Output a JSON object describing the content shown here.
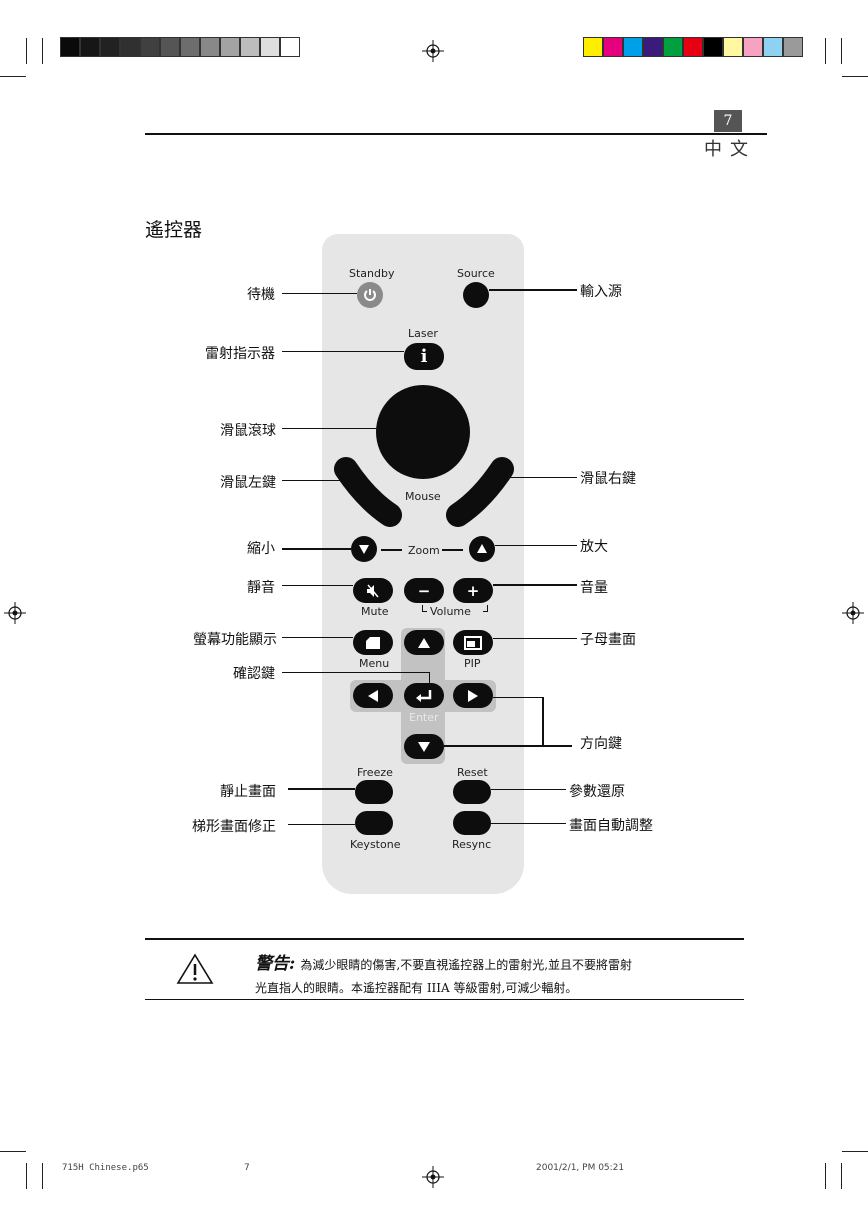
{
  "header": {
    "page_number": "7",
    "language": "中文"
  },
  "colors": {
    "gray_swatches": [
      "#0a0a0a",
      "#161616",
      "#222222",
      "#303030",
      "#404040",
      "#555555",
      "#6d6d6d",
      "#888888",
      "#a3a3a3",
      "#bdbdbd",
      "#dedede",
      "#ffffff"
    ],
    "color_swatches": [
      "#ffee00",
      "#e6007e",
      "#00a0e9",
      "#3a1a7a",
      "#00a040",
      "#e60012",
      "#000000",
      "#fff8a0",
      "#f5a3c0",
      "#8ed1f2",
      "#9a9a9a"
    ],
    "remote_body": "#e6e6e6",
    "dpad": "#c2c2c2",
    "button": "#0d0d0d",
    "standby_button": "#8a8a8a"
  },
  "section_title": "遙控器",
  "remote": {
    "labels": {
      "standby": "Standby",
      "source": "Source",
      "laser": "Laser",
      "mouse": "Mouse",
      "zoom": "Zoom",
      "mute": "Mute",
      "volume": "Volume",
      "menu": "Menu",
      "pip": "PIP",
      "enter": "Enter",
      "freeze": "Freeze",
      "reset": "Reset",
      "keystone": "Keystone",
      "resync": "Resync"
    },
    "glyphs": {
      "laser": "i",
      "minus": "−",
      "plus": "+"
    }
  },
  "callouts": {
    "standby": "待機",
    "laser": "雷射指示器",
    "trackball": "滑鼠滾球",
    "mouse_left": "滑鼠左鍵",
    "zoom_out": "縮小",
    "mute": "靜音",
    "menu": "螢幕功能顯示",
    "enter": "確認鍵",
    "freeze": "靜止畫面",
    "keystone": "梯形畫面修正",
    "source": "輸入源",
    "mouse_right": "滑鼠右鍵",
    "zoom_in": "放大",
    "volume": "音量",
    "pip": "子母畫面",
    "direction": "方向鍵",
    "reset": "參數還原",
    "resync": "畫面自動調整"
  },
  "warning": {
    "title": "警告:",
    "line1": "為減少眼睛的傷害,不要直視遙控器上的雷射光,並且不要將雷射",
    "line2": "光直指人的眼睛。本遙控器配有 IIIA 等級雷射,可減少輻射。"
  },
  "footer": {
    "file": "715H Chinese.p65",
    "page": "7",
    "date": "2001/2/1, PM 05:21"
  }
}
